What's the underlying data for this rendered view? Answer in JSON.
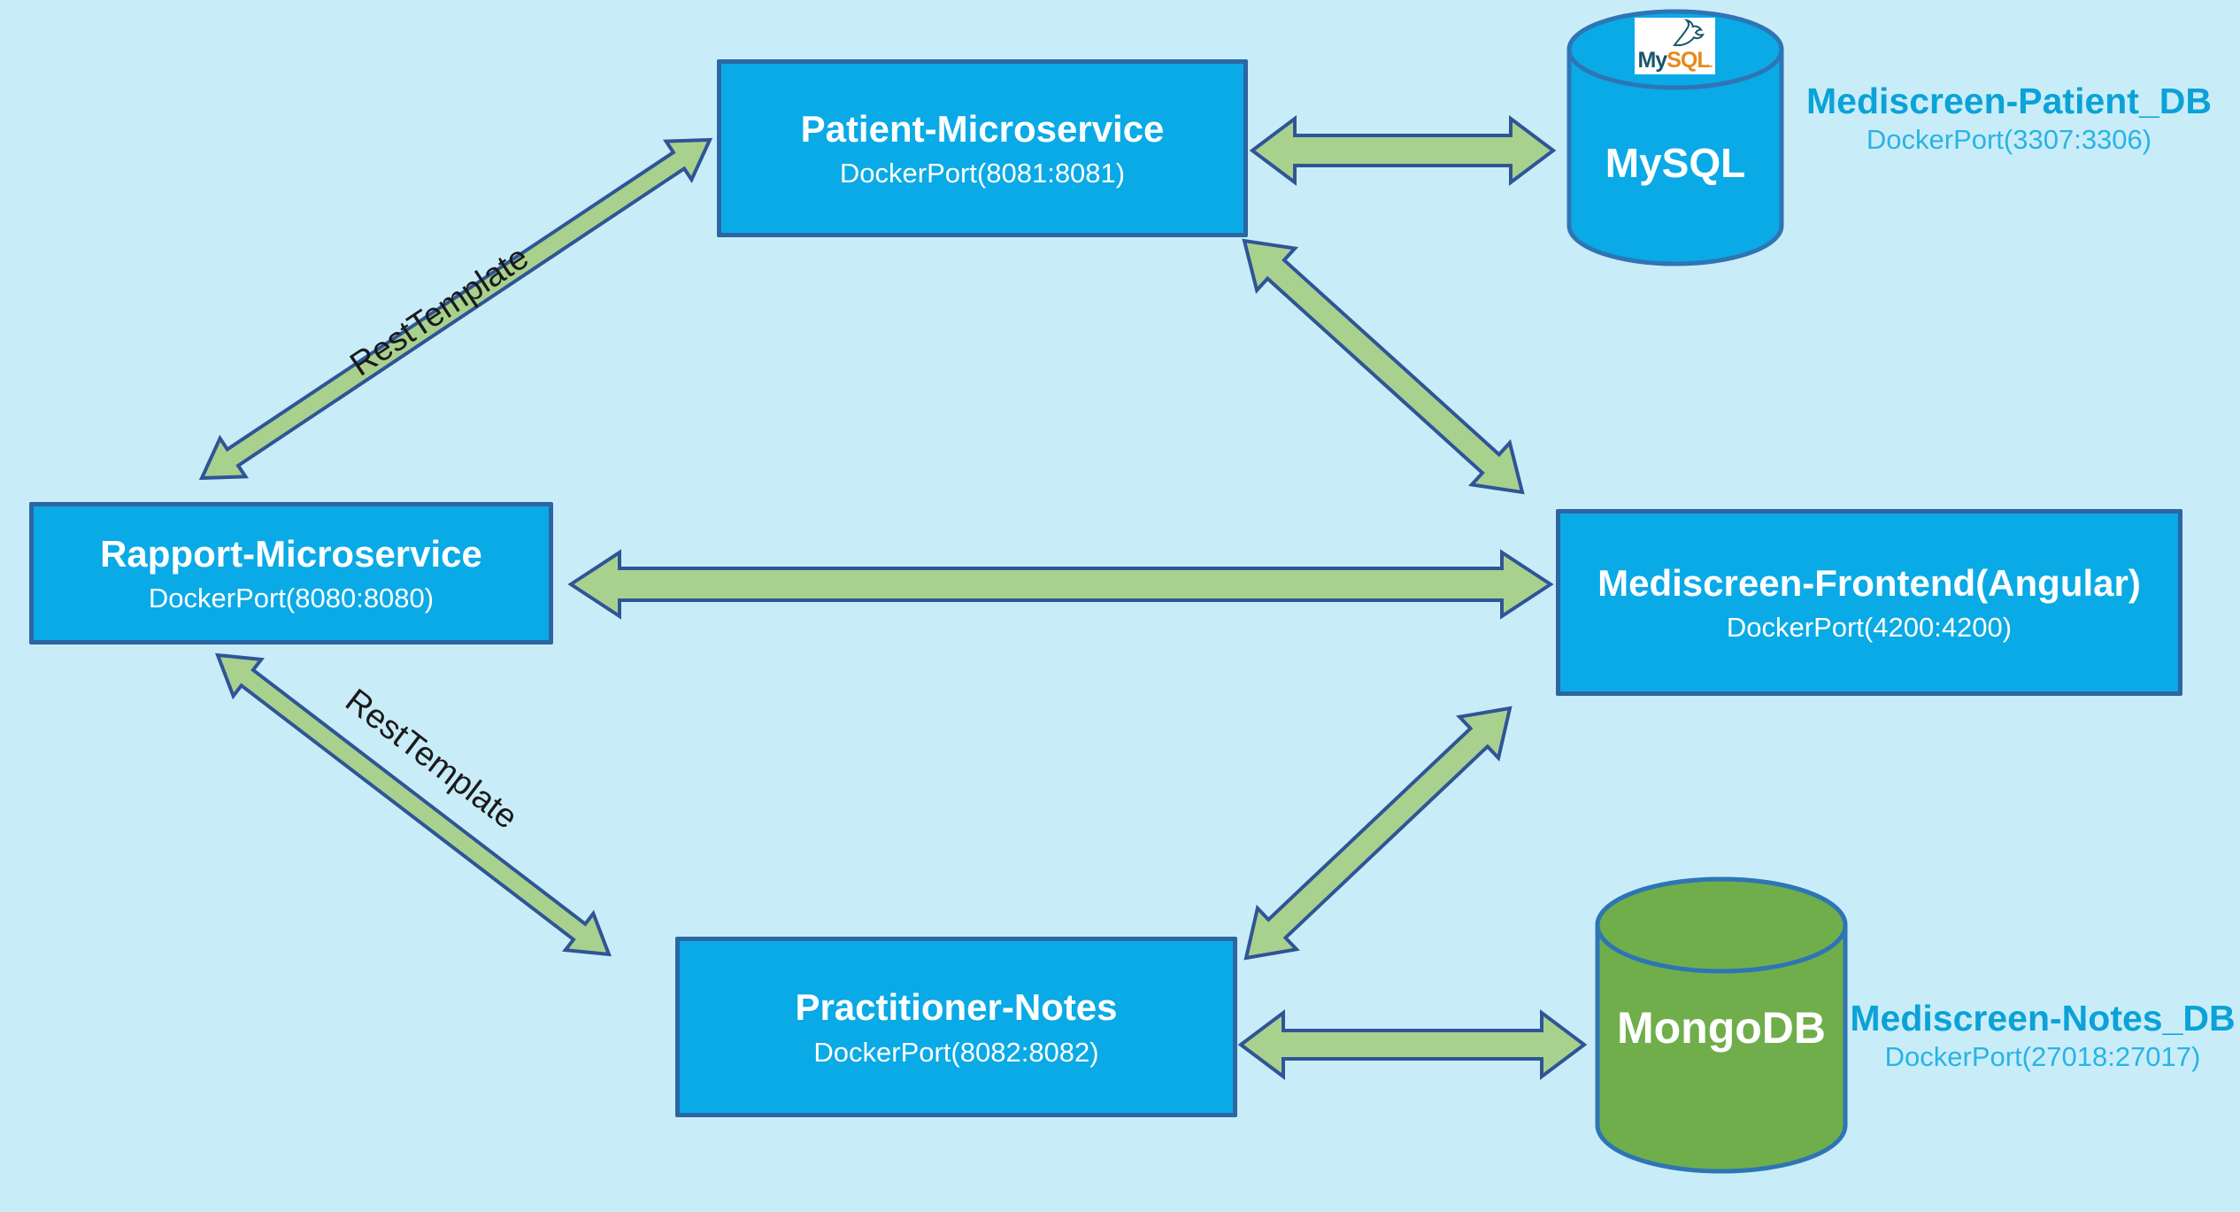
{
  "canvas": {
    "background": "#c9edf8"
  },
  "colors": {
    "service_box_fill": "#0aaae6",
    "service_box_border": "#2c66a3",
    "arrow_fill": "#a9d18e",
    "arrow_border": "#2f5597",
    "cylinder_border": "#2e75b6",
    "mysql_cylinder_fill": "#0aaae6",
    "mongo_cylinder_fill": "#6fae4b",
    "db_label_title": "#0ba2d8",
    "db_label_subtitle": "#29b3e6",
    "rest_label_text": "#1a1a1a"
  },
  "nodes": {
    "patient": {
      "title": "Patient-Microservice",
      "subtitle": "DockerPort(8081:8081)"
    },
    "rapport": {
      "title": "Rapport-Microservice",
      "subtitle": "DockerPort(8080:8080)"
    },
    "frontend": {
      "title": "Mediscreen-Frontend(Angular)",
      "subtitle": "DockerPort(4200:4200)"
    },
    "practitioner": {
      "title": "Practitioner-Notes",
      "subtitle": "DockerPort(8082:8082)"
    }
  },
  "databases": {
    "mysql": {
      "name": "MySQL",
      "logo": {
        "my": "My",
        "sql": "SQL",
        "tm": "."
      },
      "label": {
        "title": "Mediscreen-Patient_DB",
        "subtitle": "DockerPort(3307:3306)"
      }
    },
    "mongo": {
      "name": "MongoDB",
      "label": {
        "title": "Mediscreen-Notes_DB",
        "subtitle": "DockerPort(27018:27017)"
      }
    }
  },
  "connections": {
    "rest_top": {
      "from": "Rapport-Microservice",
      "to": "Patient-Microservice",
      "label": "RestTemplate"
    },
    "rest_bottom": {
      "from": "Rapport-Microservice",
      "to": "Practitioner-Notes",
      "label": "RestTemplate"
    },
    "patient_mysql": {
      "from": "Patient-Microservice",
      "to": "MySQL"
    },
    "patient_frontend": {
      "from": "Patient-Microservice",
      "to": "Mediscreen-Frontend(Angular)"
    },
    "rapport_frontend": {
      "from": "Rapport-Microservice",
      "to": "Mediscreen-Frontend(Angular)"
    },
    "frontend_practitioner": {
      "from": "Mediscreen-Frontend(Angular)",
      "to": "Practitioner-Notes"
    },
    "practitioner_mongo": {
      "from": "Practitioner-Notes",
      "to": "MongoDB"
    }
  }
}
